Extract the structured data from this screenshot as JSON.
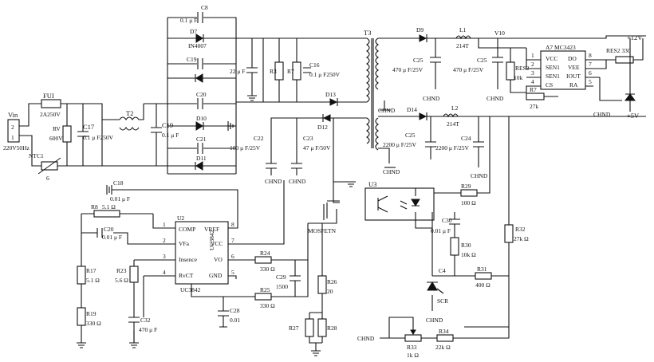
{
  "input": {
    "vin": "Vin",
    "pin2": "2",
    "pin1": "1",
    "volt": "220V50Hz",
    "fuse": "FUI",
    "fuse_val": "2A250V",
    "rv": "RV",
    "rv_val": "600V",
    "ntc": "NTC1",
    "ntc_val": "6"
  },
  "caps": {
    "c17": "C17",
    "c17v": "0.1 μ F250V",
    "c19": "C19",
    "c19v": "0.1 μ F",
    "c8": "C8",
    "c8v": "0.1 μ F",
    "c19b": "C19",
    "c20": "C20",
    "c21": "C21",
    "c22": "C22",
    "c22v": "100 μ F/25V",
    "c23": "C23",
    "c23v": "47 μ F/50V",
    "c16": "C16",
    "c16v": "0.1 μ F250V",
    "c_22uf": "22 μ F",
    "c25a": "C25",
    "c25av": "470 μ F/25V",
    "c25b": "C25",
    "c25bv": "470 μ F/25V",
    "c25c": "C25",
    "c25cv": "2200 μ F/25V",
    "c24": "C24",
    "c24v": "2200 μ F/25V",
    "c18": "C18",
    "c18v": "0.01 μ F",
    "c20b": "C20",
    "c20bv": "0.01 μ F",
    "c32": "C32",
    "c32v": "470 μ F",
    "c28": "C28",
    "c28v": "0.01",
    "c29": "C29",
    "c29v": "1500",
    "c30": "C30",
    "c30v": "0.01 μ F",
    "c4": "C4"
  },
  "diodes": {
    "d7": "D7",
    "d7v": "IN4007",
    "d10": "D10",
    "d11": "D11",
    "d12": "D12",
    "d13": "D13",
    "d9": "D9",
    "d14": "D14"
  },
  "transformers": {
    "t2": "T2",
    "t3": "T3"
  },
  "resistors": {
    "r3": "R3",
    "r7": "R7",
    "r8": "R8",
    "r8v": "5.1 Ω",
    "r17": "R17",
    "r17v": "5.1 Ω",
    "r19": "R19",
    "r19v": "330 Ω",
    "r23": "R23",
    "r23v": "5.6 Ω",
    "r24": "R24",
    "r24v": "330 Ω",
    "r25": "R25",
    "r25v": "330 Ω",
    "r26": "R26",
    "r26v": "20",
    "r27": "R27",
    "r28": "R28",
    "r29": "R29",
    "r29v": "100 Ω",
    "r30": "R30",
    "r30v": "10k Ω",
    "r31": "R31",
    "r31v": "400 Ω",
    "r32": "R32",
    "r32v": "27k Ω",
    "r33": "R33",
    "r33v": "1k Ω",
    "r34": "R34",
    "r34v": "22k Ω",
    "res2": "RES2",
    "res2v": "10k",
    "r7b": "R7",
    "r7bv": "27k",
    "res2b": "RES2 330"
  },
  "inductors": {
    "l1": "L1",
    "l1v": "214T",
    "l2": "L2",
    "l2v": "214T",
    "v10": "V10"
  },
  "ground": {
    "label": "CHND"
  },
  "outputs": {
    "p12": "+12V",
    "p5": "+5V"
  },
  "u2": {
    "ref": "U2",
    "part": "UC3842",
    "part_side": "UC3842",
    "pins": {
      "comp": "COMP",
      "vref": "VREF",
      "vfa": "VFa",
      "vcc": "VCC",
      "isense": "Insence",
      "vo": "VO",
      "rvct": "RvCT",
      "gnd": "GND"
    },
    "nums": {
      "p1": "1",
      "p2": "2",
      "p3": "3",
      "p4": "4",
      "p5": "5",
      "p6": "6",
      "p7": "7",
      "p8": "8"
    }
  },
  "a7": {
    "ref": "A7 MC3423",
    "pins": {
      "vcc": "VCC",
      "do": "DO",
      "sen1a": "SEN1",
      "vee": "VEE",
      "sen1b": "SEN1",
      "iout": "IOUT",
      "cs": "CS",
      "ra": "RA"
    },
    "nums": {
      "p1": "1",
      "p2": "2",
      "p3": "3",
      "p4": "4",
      "p5": "5",
      "p6": "6",
      "p7": "7",
      "p8": "8"
    }
  },
  "u3": {
    "ref": "U3"
  },
  "mosfet": {
    "label": "MOSFETN"
  },
  "scr": {
    "label": "SCR"
  }
}
